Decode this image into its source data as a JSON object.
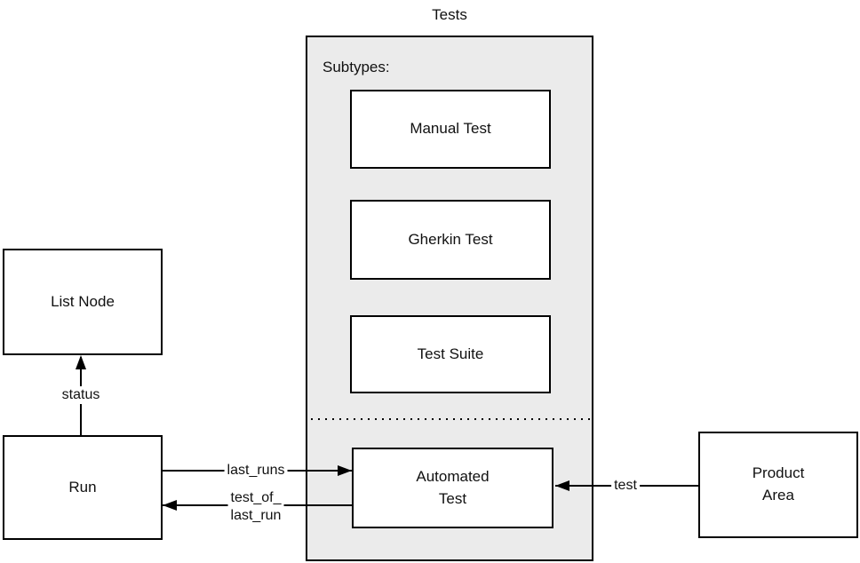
{
  "diagram": {
    "title": "Tests",
    "container": {
      "heading": "Subtypes:",
      "fill_color": "#ebebeb",
      "stroke_color": "#000000"
    },
    "nodes": {
      "manual": {
        "label": "Manual Test"
      },
      "gherkin": {
        "label": "Gherkin Test"
      },
      "suite": {
        "label": "Test Suite"
      },
      "automated": {
        "label": "Automated\nTest"
      },
      "list_node": {
        "label": "List Node"
      },
      "run": {
        "label": "Run"
      },
      "product_area": {
        "label": "Product\nArea"
      }
    },
    "edges": {
      "status": {
        "label": "status",
        "from": "Run",
        "to": "List Node",
        "direction": "up"
      },
      "last_runs": {
        "label": "last_runs",
        "from": "Run",
        "to": "Automated Test",
        "direction": "right"
      },
      "test_of_last_run": {
        "label": "test_of_\nlast_run",
        "from": "Automated Test",
        "to": "Run",
        "direction": "left"
      },
      "test": {
        "label": "test",
        "from": "Product Area",
        "to": "Automated Test",
        "direction": "left"
      }
    },
    "colors": {
      "background": "#ffffff",
      "node_fill": "#ffffff",
      "stroke": "#000000",
      "text": "#111111"
    }
  }
}
